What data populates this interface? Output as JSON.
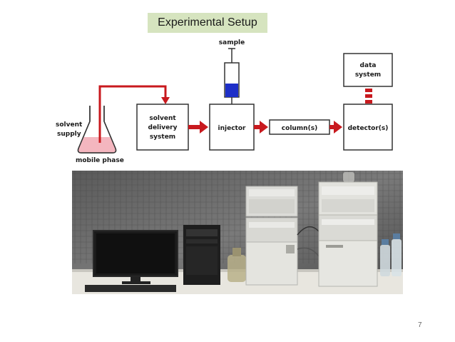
{
  "slide": {
    "title": "Experimental Setup",
    "page_number": "7"
  },
  "diagram": {
    "labels": {
      "sample": "sample",
      "solvent_supply_line1": "solvent",
      "solvent_supply_line2": "supply",
      "mobile_phase": "mobile phase",
      "delivery_line1": "solvent",
      "delivery_line2": "delivery",
      "delivery_line3": "system",
      "injector": "injector",
      "column": "column(s)",
      "detector": "detector(s)",
      "data_line1": "data",
      "data_line2": "system"
    },
    "colors": {
      "arrow": "#c8191e",
      "sample_fill": "#1e2fc8",
      "flask_fill": "#f4b6bf",
      "box_stroke": "#333333"
    }
  },
  "photo": {
    "description_icon": "hplc-instrument-photo"
  }
}
